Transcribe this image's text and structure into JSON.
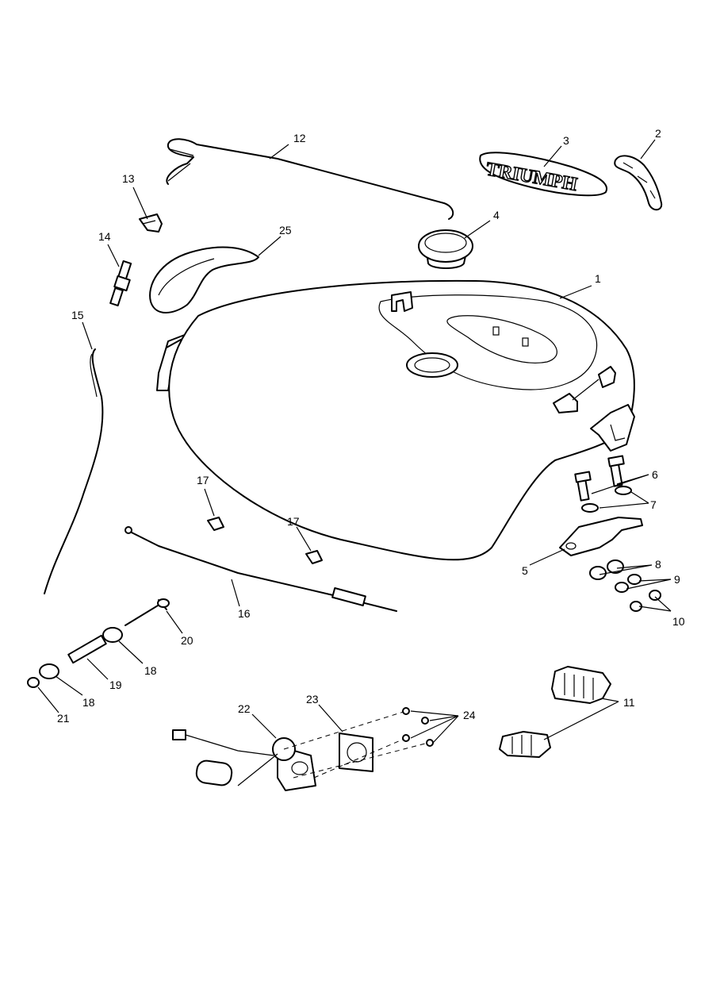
{
  "callouts": {
    "c1": "1",
    "c2": "2",
    "c3": "3",
    "c4": "4",
    "c5": "5",
    "c6": "6",
    "c7": "7",
    "c8": "8",
    "c9": "9",
    "c10": "10",
    "c11": "11",
    "c12": "12",
    "c13": "13",
    "c14": "14",
    "c15": "15",
    "c16": "16",
    "c17a": "17",
    "c17b": "17",
    "c18a": "18",
    "c18b": "18",
    "c19": "19",
    "c20": "20",
    "c21": "21",
    "c22": "22",
    "c23": "23",
    "c24": "24",
    "c25": "25"
  },
  "badge": {
    "text": "TRIUMPH"
  }
}
